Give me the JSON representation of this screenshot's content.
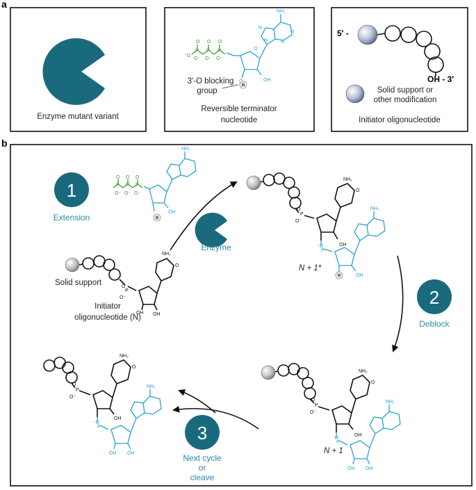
{
  "panel_a": {
    "label": "a",
    "enzyme_caption": "Enzyme mutant variant",
    "terminator_caption_line1": "Reversible terminator",
    "terminator_caption_line2": "nucleotide",
    "blocking_label_line1": "3′-O blocking",
    "blocking_label_line2": "group",
    "initiator_caption": "Initiator oligonucleotide",
    "five_prime": "5′ -",
    "three_prime": "OH - 3′",
    "support_label_line1": "Solid support or",
    "support_label_line2": "other modification",
    "nh2": "NH₂",
    "oh": "OH"
  },
  "panel_b": {
    "label": "b",
    "step1_number": "1",
    "step1_label": "Extension",
    "step2_number": "2",
    "step2_label": "Deblock",
    "step3_number": "3",
    "step3_label_line1": "Next cycle",
    "step3_label_line2": "or",
    "step3_label_line3": "cleave",
    "enzyme_label": "Enzyme",
    "solid_support_label": "Solid support",
    "initiator_line1": "Initiator",
    "initiator_line2": "oligonucleotide (N)",
    "n_plus_1_star": "N + 1*",
    "n_plus_1": "N + 1",
    "nh2": "NH₂",
    "oh": "OH"
  },
  "colors": {
    "teal": "#1a6a7e",
    "teal_text": "#2a8aa8",
    "green": "#3a9a2a",
    "blue": "#2aa0d4"
  }
}
